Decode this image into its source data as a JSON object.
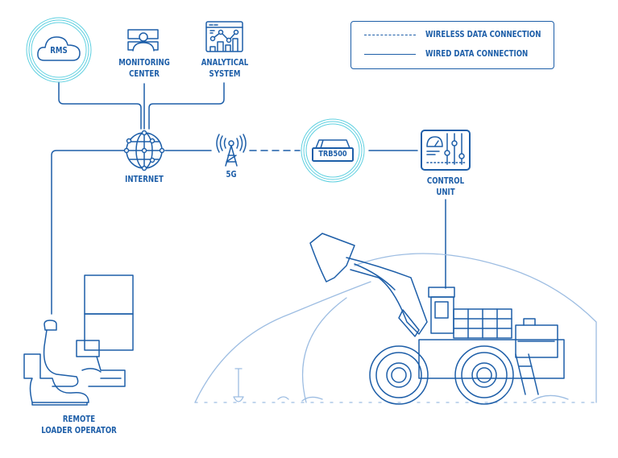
{
  "legend": {
    "wireless": "WIRELESS DATA CONNECTION",
    "wired": "WIRED DATA CONNECTION"
  },
  "nodes": {
    "rms": "RMS",
    "monitoring_center": [
      "MONITORING",
      "CENTER"
    ],
    "analytical_system": [
      "ANALYTICAL",
      "SYSTEM"
    ],
    "internet": "INTERNET",
    "fiveg": "5G",
    "trb500": "TRB500",
    "control_unit": [
      "CONTROL",
      "UNIT"
    ],
    "remote_operator": [
      "REMOTE",
      "LOADER OPERATOR"
    ]
  },
  "colors": {
    "primary": "#1d5ea8",
    "ring": "#5fd0e0",
    "terrain": "#9dbde2"
  }
}
